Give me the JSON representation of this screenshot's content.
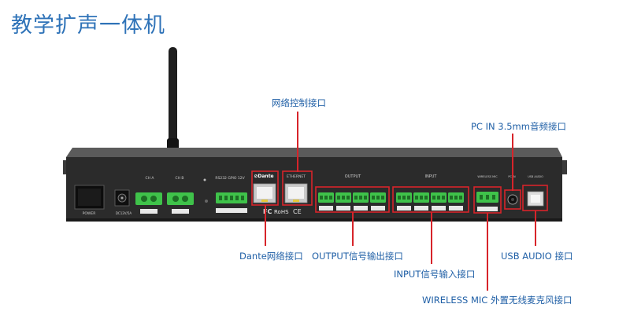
{
  "title": "教学扩声一体机",
  "callouts": {
    "network_control": "网络控制接口",
    "pc_in": "PC IN 3.5mm音频接口",
    "dante": "Dante网络接口",
    "output": "OUTPUT信号输出接口",
    "input": "INPUT信号输入接口",
    "usb": "USB AUDIO 接口",
    "wireless": "WIRELESS MIC 外置无线麦克风接口"
  },
  "panel": {
    "power": "POWER",
    "dc": "DC12V/5A",
    "ch_a": "CH A",
    "ch_b": "CH B",
    "gpio": "RS232  GPIO 12V",
    "dante_logo": "⊘Dante",
    "ethernet": "ETHERNET",
    "output": "OUTPUT",
    "input": "INPUT",
    "wireless": "WIRELESS MIC",
    "pc_in": "PC IN",
    "usb_audio": "USB AUDIO",
    "fc": "FC",
    "rohs": "RoHS",
    "ce": "CE"
  },
  "colors": {
    "accent": "#2f73b8",
    "highlight": "#d7242a",
    "terminal": "#3fc24a",
    "chassis": "#2b2b2b"
  }
}
